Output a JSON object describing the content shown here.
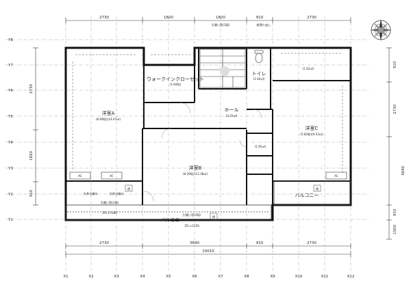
{
  "top_dimensions": [
    "2730",
    "1820",
    "1820",
    "910",
    "2730"
  ],
  "bottom_dimensions": [
    "2730",
    "3640",
    "910",
    "2730"
  ],
  "total_width": "10010",
  "right_dimensions": [
    "910",
    "2730",
    "3640",
    "910",
    "1000"
  ],
  "left_dimensions": [
    "2730",
    "1820",
    "910"
  ],
  "x_grid": [
    "X1",
    "X2",
    "X3",
    "X4",
    "X5",
    "X6",
    "X7",
    "X8",
    "X9",
    "X10",
    "X11",
    "X12"
  ],
  "y_grid": [
    "Y8",
    "Y7",
    "Y6",
    "Y5",
    "Y4",
    "Y3",
    "Y2",
    "Y1"
  ],
  "rooms": {
    "western_a": "洋室A",
    "western_a_area": "(8.69帖)(14.07㎡)",
    "western_b": "洋室B",
    "western_b_area": "(8.26帖)(13.38㎡)",
    "western_c": "洋室C",
    "western_c_area": "(5.83帖)(9.53㎡)",
    "walk_in_closet": "ウォークインクローゼット",
    "walk_in_closet_area": "(1.64帖)",
    "hall": "ホール",
    "hall_area": "(3.31㎡)",
    "toilet": "トイレ",
    "toilet_area": "(1.64㎡)",
    "balcony_left": "バルコニー",
    "balcony_right": "バルコニー",
    "storage_top": "(1.62㎡)",
    "storage_mid": "(1.65㎡)"
  },
  "annotations": {
    "ac_1": "AC",
    "ac_2": "AC",
    "ac_3": "AC",
    "tou_1": "透",
    "tou_2": "透",
    "tou_3": "透",
    "atrium_1": "天井点検口",
    "atrium_2": "天井点検口",
    "pull_door": "引違い窓(2段)",
    "pull_door_2": "引違い窓(2段)",
    "pull_door_3": "引違い窓(2段)",
    "sill_a": "2FL+1180",
    "sill_b": "2FL+2150",
    "fix_window": "縦滑り出し"
  }
}
